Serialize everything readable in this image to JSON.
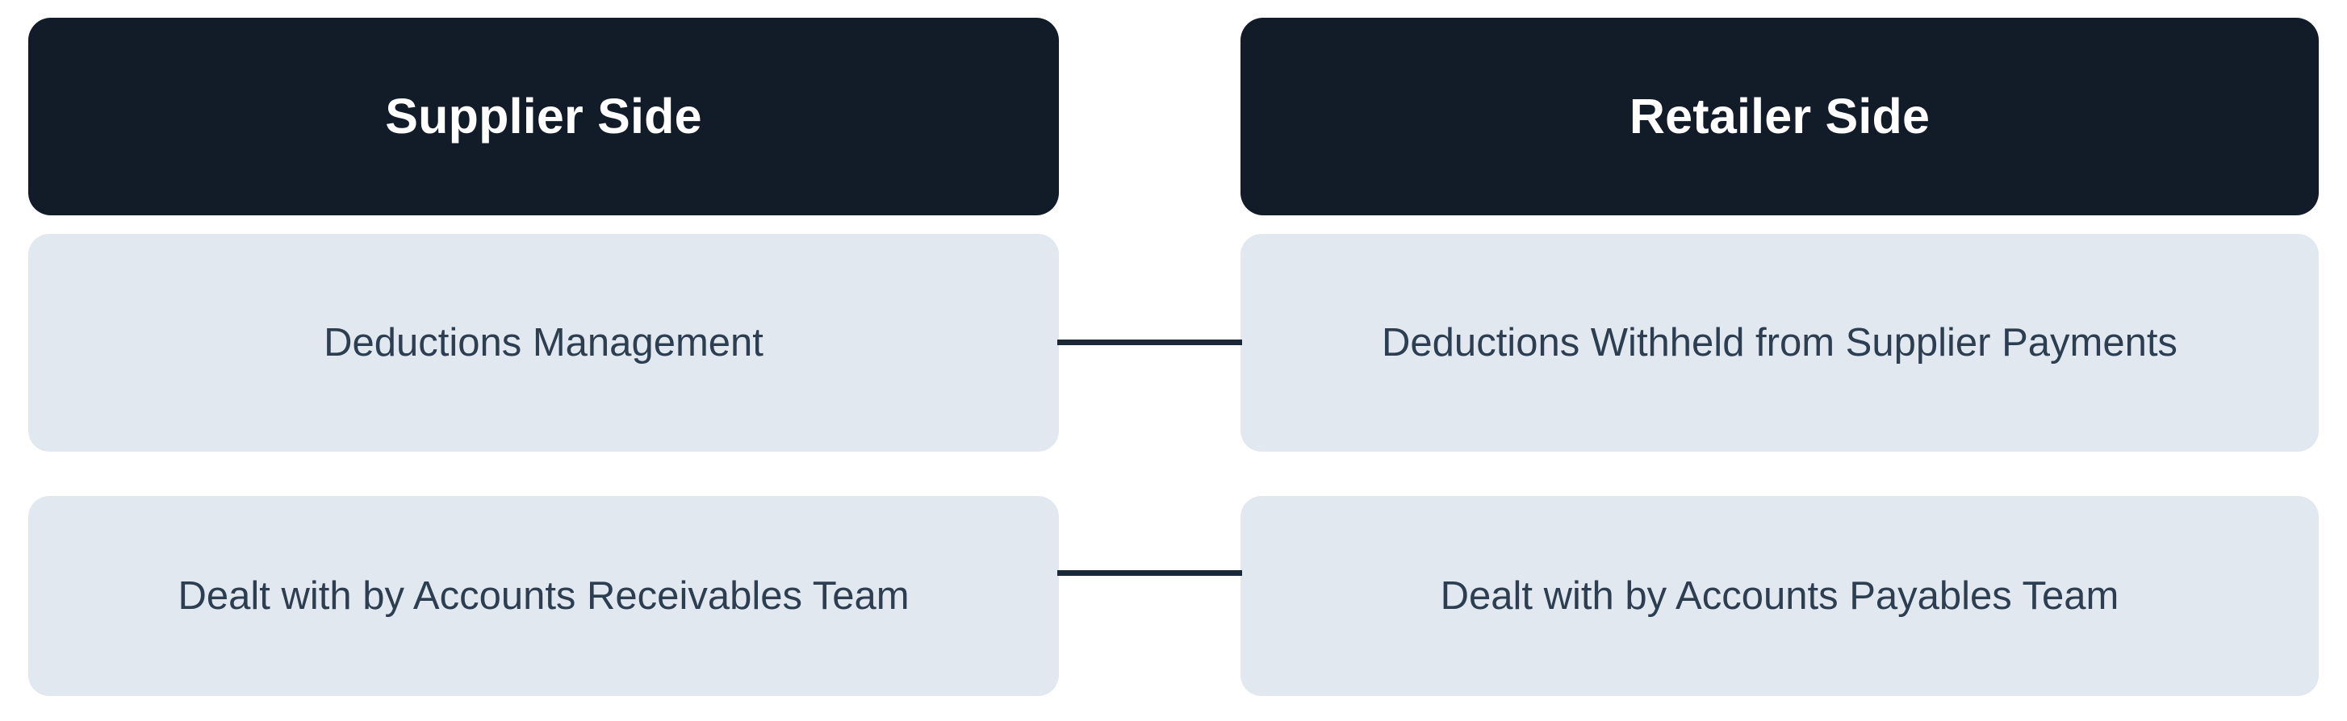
{
  "diagram": {
    "type": "two-column-comparison",
    "background_color": "#ffffff",
    "colors": {
      "header_background": "#121c28",
      "header_text": "#ffffff",
      "node_background": "#e2e8f0",
      "node_text": "#2c3e50",
      "connector": "#1b2838"
    },
    "columns": [
      {
        "id": "supplier",
        "header": "Supplier Side",
        "nodes": [
          "Deductions Management",
          "Dealt with by Accounts Receivables Team"
        ]
      },
      {
        "id": "retailer",
        "header": "Retailer Side",
        "nodes": [
          "Deductions Withheld from Supplier Payments",
          "Dealt with by Accounts Payables Team"
        ]
      }
    ],
    "connectors": [
      {
        "id": "connector-row-1",
        "from": "supplier-node-1",
        "to": "retailer-node-1"
      },
      {
        "id": "connector-row-2",
        "from": "supplier-node-2",
        "to": "retailer-node-2"
      }
    ]
  }
}
